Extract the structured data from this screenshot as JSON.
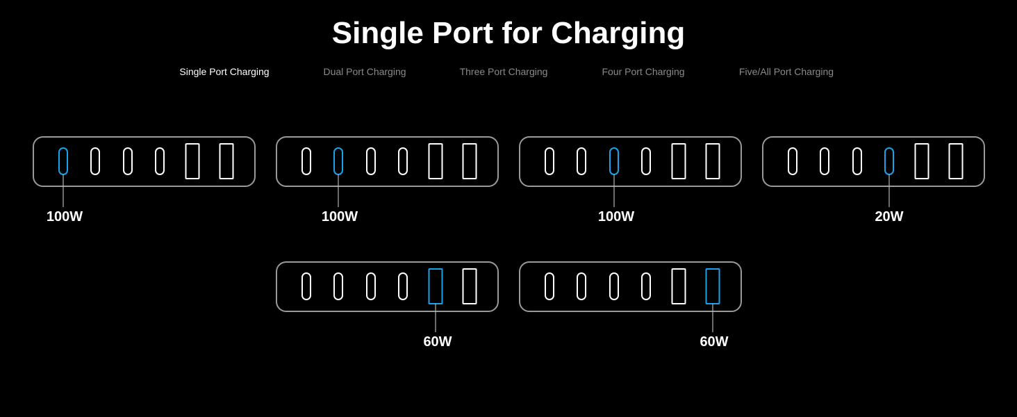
{
  "page": {
    "title": "Single Port for Charging"
  },
  "tabs": [
    {
      "label": "Single Port Charging",
      "active": true
    },
    {
      "label": "Dual Port Charging",
      "active": false
    },
    {
      "label": "Three Port Charging",
      "active": false
    },
    {
      "label": "Four Port Charging",
      "active": false
    },
    {
      "label": "Five/All Port Charging",
      "active": false
    }
  ],
  "colors": {
    "background": "#000000",
    "port": "#ffffff",
    "highlight": "#1aa3e8",
    "outline": "#9a9a9a",
    "tab_inactive": "#8a8a8a"
  },
  "ports": [
    "usb-c",
    "usb-c",
    "usb-c",
    "usb-c",
    "usb-a",
    "usb-a"
  ],
  "diagrams": [
    {
      "active_port": 1,
      "wattage": "100W"
    },
    {
      "active_port": 2,
      "wattage": "100W"
    },
    {
      "active_port": 3,
      "wattage": "100W"
    },
    {
      "active_port": 4,
      "wattage": "20W"
    },
    {
      "active_port": 5,
      "wattage": "60W"
    },
    {
      "active_port": 6,
      "wattage": "60W"
    }
  ]
}
